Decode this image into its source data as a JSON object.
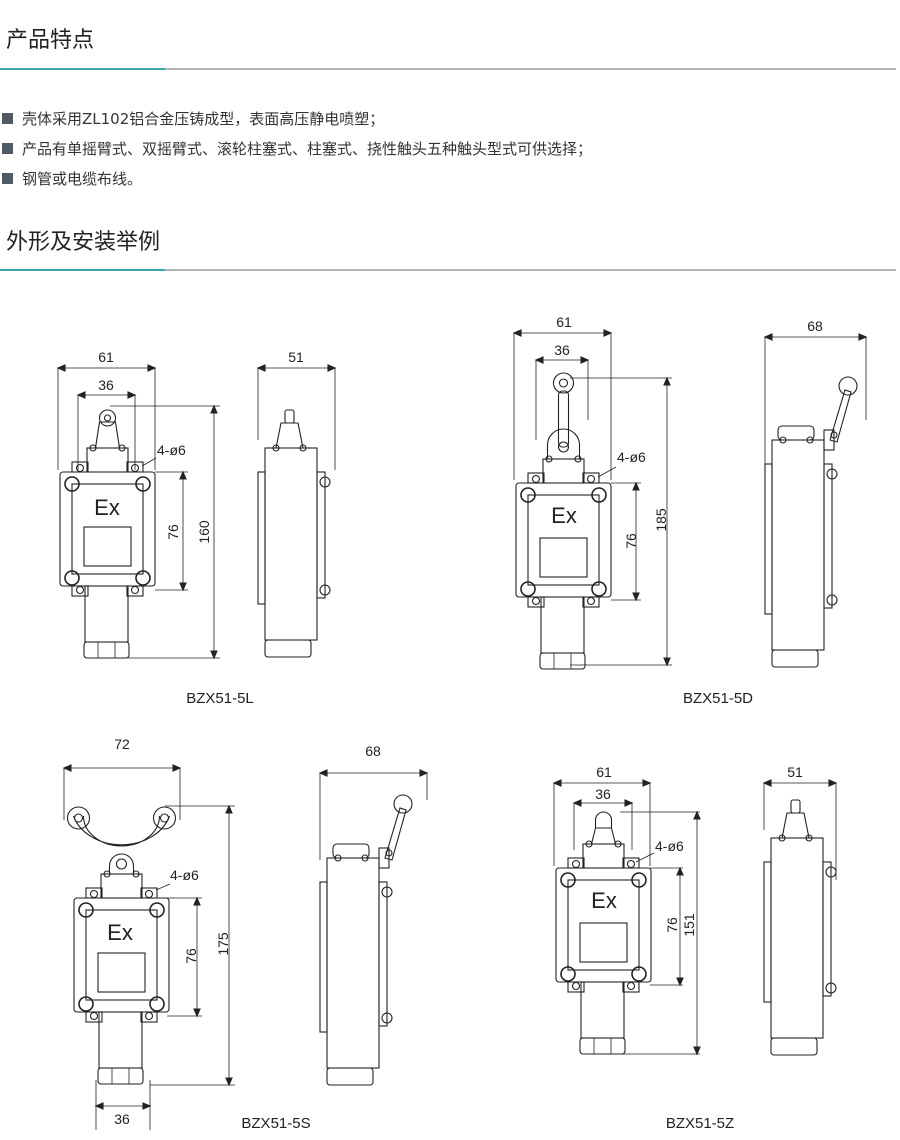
{
  "sections": [
    {
      "title": "产品特点"
    },
    {
      "title": "外形及安装举例"
    }
  ],
  "features": [
    "壳体采用ZL102铝合金压铸成型，表面高压静电喷塑；",
    "产品有单摇臂式、双摇臂式、滚轮柱塞式、柱塞式、挠性触头五种触头型式可供选择；",
    "钢管或电缆布线。"
  ],
  "drawings": [
    {
      "model": "BZX51-5L",
      "ex": "Ex",
      "width": "61",
      "hole_pitch": "36",
      "height": "160",
      "hole_height": "76",
      "holes": "4-ø6",
      "depth": "51"
    },
    {
      "model": "BZX51-5D",
      "ex": "Ex",
      "width": "61",
      "hole_pitch": "36",
      "height": "185",
      "hole_height": "76",
      "holes": "4-ø6",
      "depth": "68"
    },
    {
      "model": "BZX51-5S",
      "ex": "Ex",
      "width": "72",
      "bottom_width": "36",
      "height": "175",
      "hole_height": "76",
      "holes": "4-ø6",
      "depth": "68"
    },
    {
      "model": "BZX51-5Z",
      "ex": "Ex",
      "width": "61",
      "hole_pitch": "36",
      "height": "151",
      "hole_height": "76",
      "holes": "4-ø6",
      "depth": "51"
    }
  ],
  "colors": {
    "accent": "#3aa7a6",
    "rule": "#b3b3b3",
    "bullet": "#4f5a62"
  }
}
